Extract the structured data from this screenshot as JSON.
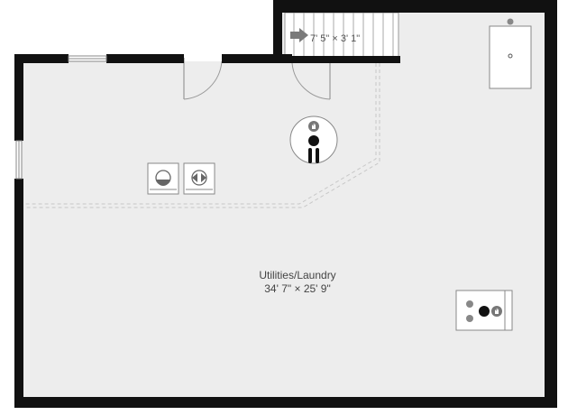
{
  "room": {
    "name": "Utilities/Laundry",
    "dimensions": "34' 7\" × 25' 9\""
  },
  "stairs": {
    "dimensions": "7' 5\" × 3' 1\""
  },
  "colors": {
    "wall": "#111111",
    "floor": "#ededed",
    "fixture_stroke": "#888888",
    "dashed": "#c8c8c8",
    "arrow": "#7a7a7a"
  },
  "icons": [
    "water-heater-icon",
    "washer-icon",
    "dryer-icon",
    "sink-icon",
    "furnace-icon",
    "stairs-arrow-icon"
  ]
}
